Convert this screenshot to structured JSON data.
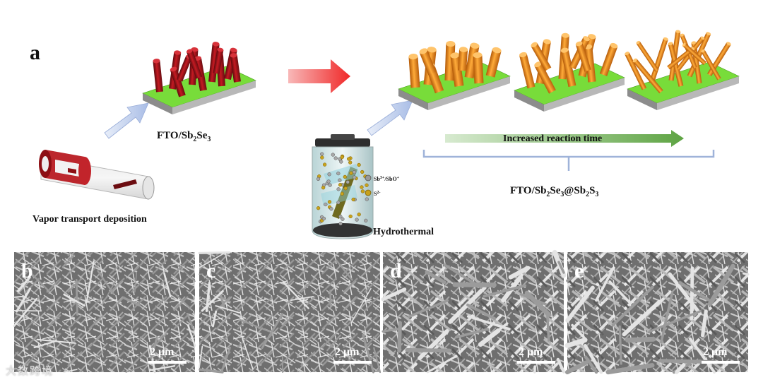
{
  "schematic": {
    "panel_label": "a",
    "vtd_label": "Vapor transport deposition",
    "fto_sb2se3": {
      "main": "FTO/Sb",
      "sub1": "2",
      "mid": "Se",
      "sub2": "3"
    },
    "hydrothermal_label": "Hydrothermal",
    "legend_sb": {
      "main": "Sb",
      "sup": "3+",
      "rest": "/SbO",
      "sup2": "+"
    },
    "legend_s": {
      "main": "S",
      "sup": "2-"
    },
    "reaction_time_label": "Increased reaction time",
    "product_label": {
      "a": "FTO/Sb",
      "s1": "2",
      "b": "Se",
      "s2": "3",
      "c": "@Sb",
      "s3": "2",
      "d": "S",
      "s4": "3"
    },
    "colors": {
      "substrate_top": "#7be03a",
      "sb2se3_rod": "#a31218",
      "sb2s3_rod": "#f08a1c",
      "arrow_red": "#f03030",
      "arrow_blue": "#b7c9ec",
      "time_arrow": "#6aa84f",
      "bracket": "#9fb3d9"
    }
  },
  "sem_panels": [
    {
      "label": "b",
      "scale": "2 μm"
    },
    {
      "label": "c",
      "scale": "2 μm"
    },
    {
      "label": "d",
      "scale": "2 μm"
    },
    {
      "label": "e",
      "scale": "2 μm"
    }
  ],
  "watermark": "大数跨境"
}
